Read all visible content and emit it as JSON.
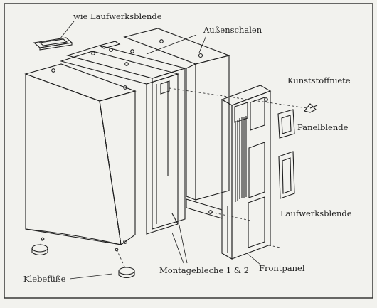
{
  "labels": {
    "wie_laufwerksblende": "wie Laufwerksblende",
    "aussenschalen": "Außenschalen",
    "kunststoffniete": "Kunststoffniete",
    "panelblende": "Panelblende",
    "laufwerksblende": "Laufwerksblende",
    "frontpanel": "Frontpanel",
    "montagebleche": "Montagebleche 1 & 2",
    "klebefuesse": "Klebefüße"
  },
  "colors": {
    "paper": "#f2f2ee",
    "frame": "#2a2a2a",
    "line": "#1f1f1f",
    "mounting_plate_tint": "#e6e3df"
  }
}
